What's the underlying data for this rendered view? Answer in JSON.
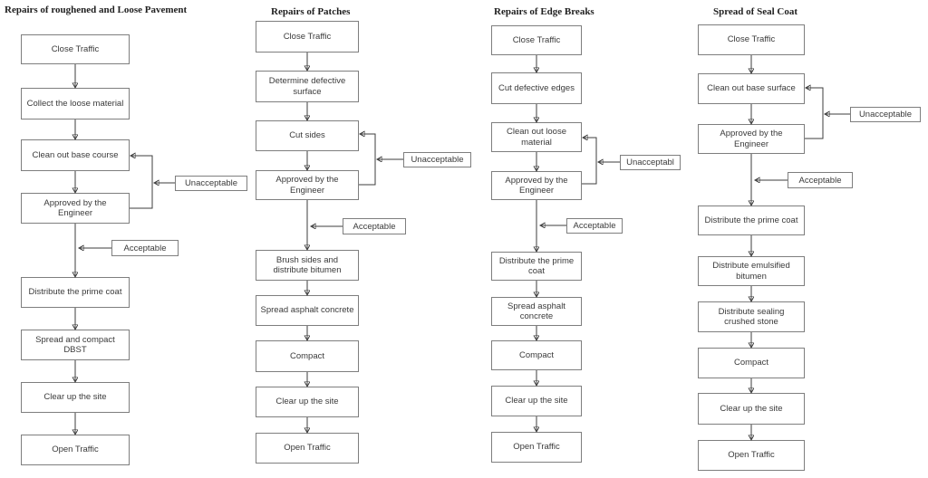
{
  "colors": {
    "background": "#ffffff",
    "box_border": "#7e7e7e",
    "connector_line": "#3e3e3e",
    "box_text": "#3a3a3a",
    "title_text": "#1f1f1f"
  },
  "charts": [
    {
      "title": "Repairs of roughened and Loose Pavement",
      "steps": [
        "Close Traffic",
        "Collect the loose material",
        "Clean out base course",
        "Approved by the\nEngineer",
        "Distribute the prime coat",
        "Spread and compact\nDBST",
        "Clear up the site",
        "Open Traffic"
      ],
      "unacceptable_label": "Unacceptable",
      "acceptable_label": "Acceptable"
    },
    {
      "title": "Repairs of Patches",
      "steps": [
        "Close Traffic",
        "Determine defective\nsurface",
        "Cut sides",
        "Approved by the\nEngineer",
        "Brush sides and\ndistribute bitumen",
        "Spread asphalt concrete",
        "Compact",
        "Clear up the site",
        "Open Traffic"
      ],
      "unacceptable_label": "Unacceptable",
      "acceptable_label": "Acceptable"
    },
    {
      "title": "Repairs of Edge Breaks",
      "steps": [
        "Close Traffic",
        "Cut defective edges",
        "Clean out loose\nmaterial",
        "Approved by the\nEngineer",
        "Distribute the prime\ncoat",
        "Spread asphalt\nconcrete",
        "Compact",
        "Clear up the site",
        "Open Traffic"
      ],
      "unacceptable_label": "Unacceptabl",
      "acceptable_label": "Acceptable"
    },
    {
      "title": "Spread of Seal Coat",
      "steps": [
        "Close Traffic",
        "Clean out base surface",
        "Approved by the\nEngineer",
        "Distribute the prime coat",
        "Distribute emulsified\nbitumen",
        "Distribute sealing\ncrushed stone",
        "Compact",
        "Clear up the site",
        "Open Traffic"
      ],
      "unacceptable_label": "Unacceptable",
      "acceptable_label": "Acceptable"
    }
  ]
}
